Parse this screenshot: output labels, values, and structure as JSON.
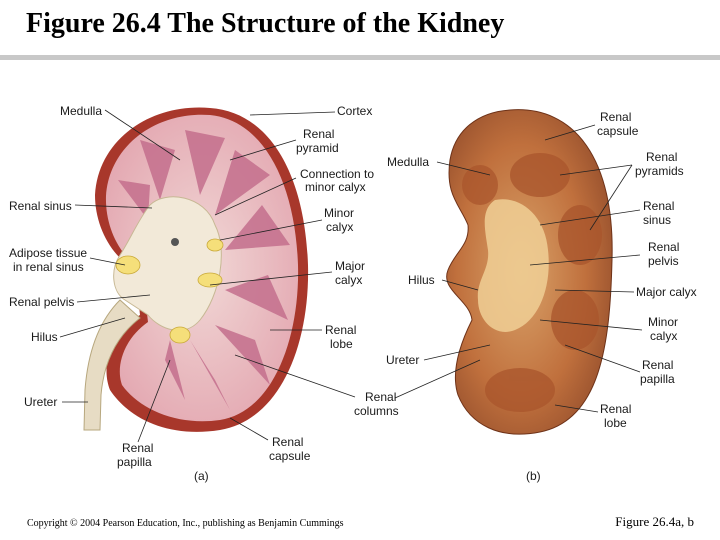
{
  "header": {
    "title": "Figure 26.4  The Structure of the Kidney"
  },
  "footer": {
    "copyright": "Copyright © 2004 Pearson Education, Inc., publishing as Benjamin Cummings",
    "figure_ref": "Figure 26.4a, b"
  },
  "panel_a": {
    "caption": "(a)",
    "labels": {
      "medulla": "Medulla",
      "cortex": "Cortex",
      "renal_pyramid": [
        "Renal",
        "pyramid"
      ],
      "connection_minor_calyx": [
        "Connection to",
        "minor calyx"
      ],
      "renal_sinus": "Renal sinus",
      "minor_calyx": [
        "Minor",
        "calyx"
      ],
      "adipose_tissue": [
        "Adipose tissue",
        "in renal sinus"
      ],
      "major_calyx": [
        "Major",
        "calyx"
      ],
      "renal_pelvis": "Renal pelvis",
      "renal_lobe": [
        "Renal",
        "lobe"
      ],
      "hilus": "Hilus",
      "renal_columns": [
        "Renal",
        "columns"
      ],
      "ureter": "Ureter",
      "renal_papilla": [
        "Renal",
        "papilla"
      ],
      "renal_capsule": [
        "Renal",
        "capsule"
      ]
    }
  },
  "panel_b": {
    "caption": "(b)",
    "labels": {
      "renal_capsule": [
        "Renal",
        "capsule"
      ],
      "medulla": "Medulla",
      "renal_pyramids": [
        "Renal",
        "pyramids"
      ],
      "renal_sinus": [
        "Renal",
        "sinus"
      ],
      "renal_pelvis": [
        "Renal",
        "pelvis"
      ],
      "hilus": "Hilus",
      "major_calyx": "Major calyx",
      "minor_calyx": [
        "Minor",
        "calyx"
      ],
      "ureter": "Ureter",
      "renal_papilla": [
        "Renal",
        "papilla"
      ],
      "renal_lobe": [
        "Renal",
        "lobe"
      ]
    }
  }
}
